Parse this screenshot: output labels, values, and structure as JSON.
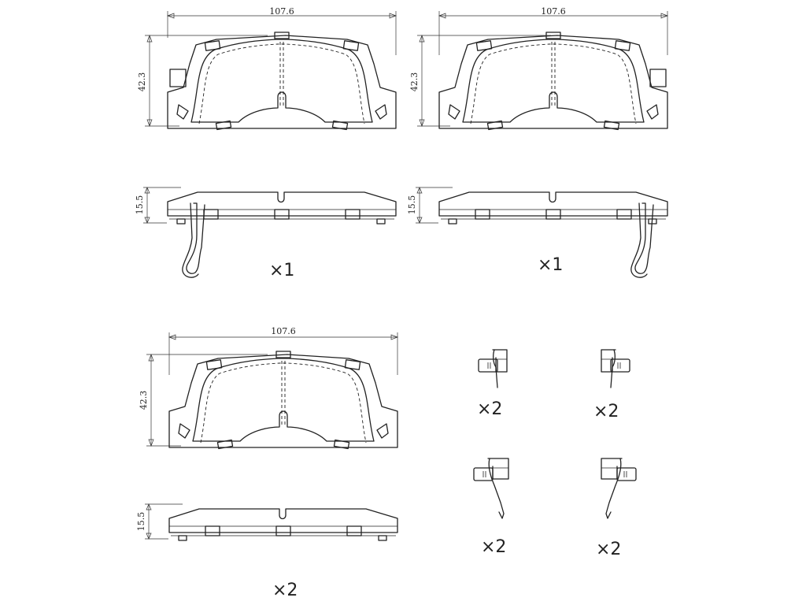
{
  "dimensions": {
    "width": "107.6",
    "height": "42.3",
    "thickness": "15.5"
  },
  "quantities": {
    "pad_top_left": "×1",
    "pad_top_right": "×1",
    "pad_bottom": "×2",
    "clip_a": "×2",
    "clip_b": "×2",
    "clip_c": "×2",
    "clip_d": "×2"
  }
}
